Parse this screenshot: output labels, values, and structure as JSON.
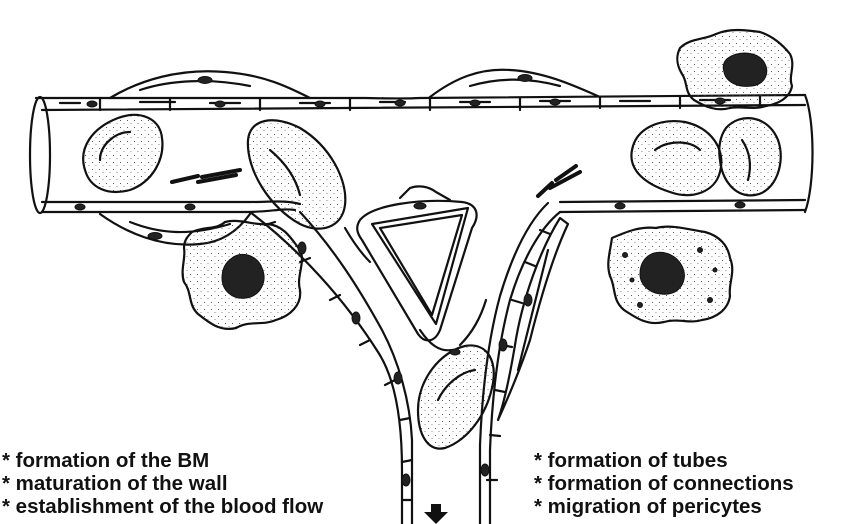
{
  "left_notes": [
    "* formation of the BM",
    "* maturation of the wall",
    "* establishment of the blood flow"
  ],
  "right_notes": [
    "* formation of tubes",
    "* formation of connections",
    "* migration of pericytes"
  ],
  "colors": {
    "ink": "#111111",
    "background": "#ffffff",
    "cell_fill": "#ffffff",
    "nucleus_fill": "#222222"
  },
  "icons": {
    "flow_arrow": "down-arrow-icon"
  }
}
